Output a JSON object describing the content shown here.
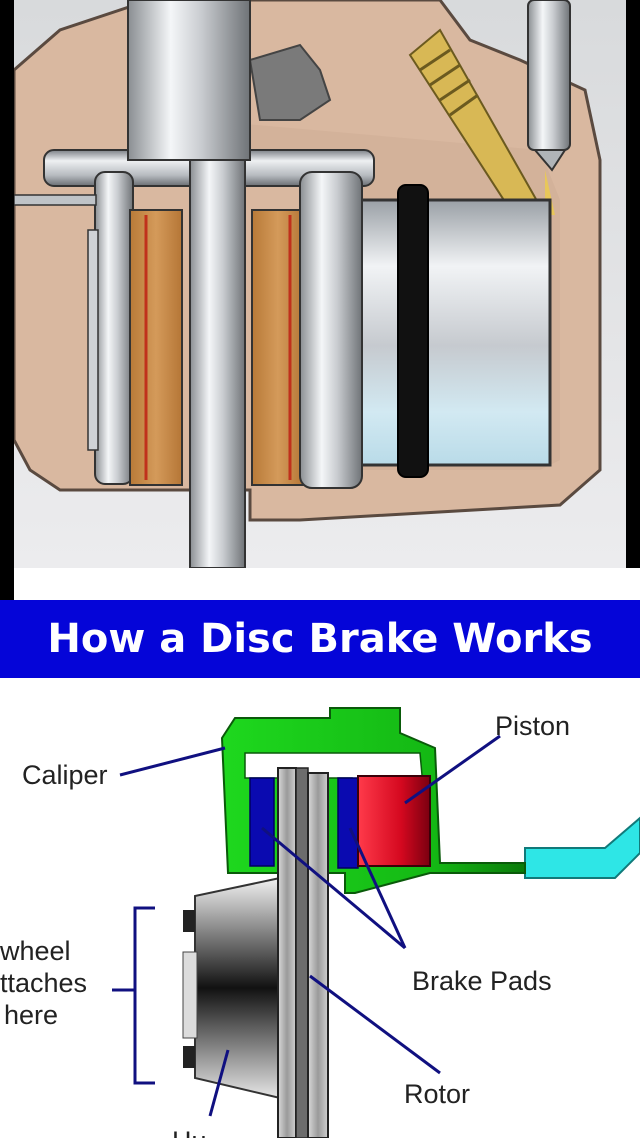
{
  "title": "How a Disc Brake Works",
  "labels": {
    "caliper": "Caliper",
    "piston": "Piston",
    "brake_pads": "Brake Pads",
    "rotor": "Rotor",
    "wheel_line1": "wheel",
    "wheel_line2": "ttaches",
    "wheel_line3": "here",
    "hub_partial": "Hu"
  },
  "colors": {
    "banner": "#0505d8",
    "caliper_green": "#1fd01f",
    "piston_red": "#e0102a",
    "pad_blue": "#0a0ab0",
    "fluid_cyan": "#2ee6e6",
    "leader_line": "#101080",
    "housing_tan": "#d9b8a0",
    "pad_wood": "#c68a45"
  }
}
